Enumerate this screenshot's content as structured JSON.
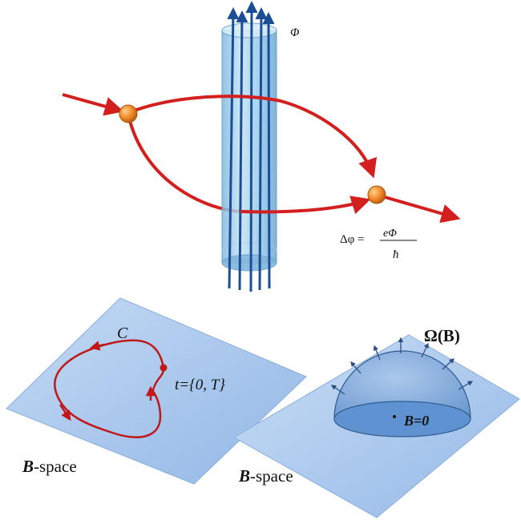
{
  "top": {
    "flux_label": "Φ",
    "phase_lhs": "Δφ =",
    "phase_num": "eΦ",
    "phase_den": "ħ"
  },
  "bottom_left": {
    "curve_label": "C",
    "time_label": "t={0, T}",
    "space_bold": "B",
    "space_rest": "-space"
  },
  "bottom_right": {
    "omega_label": "Ω(B)",
    "field_label": "B=0",
    "space_bold": "B",
    "space_rest": "-space"
  },
  "colors": {
    "path": "#d41f1f",
    "particle": "#f08a2a",
    "tube": "#8cc4e6",
    "arrow": "#1c4e96",
    "plane": "#a8c8ee",
    "dome": "#6f9ed3"
  }
}
